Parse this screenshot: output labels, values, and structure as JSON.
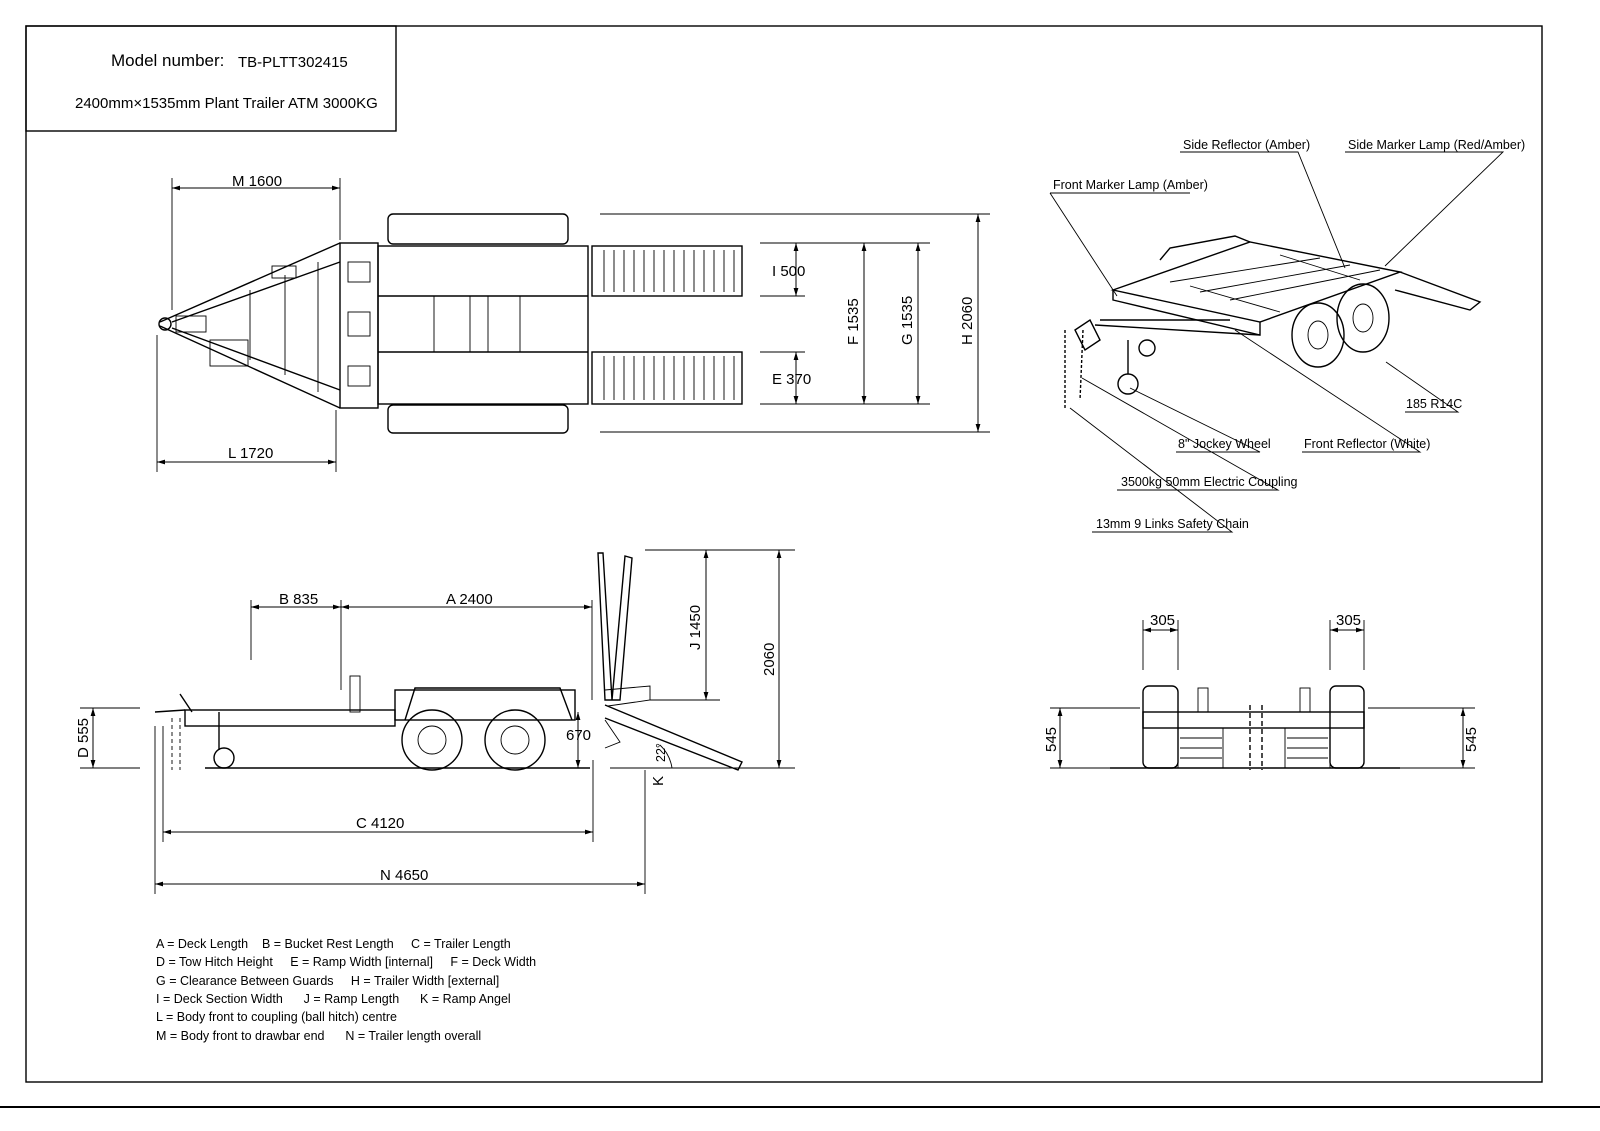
{
  "title_block": {
    "model_label": "Model number:",
    "model_number": "TB-PLTT302415",
    "description": "2400mm×1535mm Plant Trailer ATM 3000KG"
  },
  "top_view": {
    "dims": {
      "M": "M  1600",
      "L": "L  1720",
      "I": "I  500",
      "E": "E  370",
      "F": "F  1535",
      "G": "G  1535",
      "H": "H  2060"
    }
  },
  "side_view": {
    "dims": {
      "B": "B  835",
      "A": "A  2400",
      "J": "J  1450",
      "height": "2060",
      "D": "D  555",
      "ramp_height": "670",
      "angle": "22°",
      "K": "K",
      "C": "C  4120",
      "N": "N  4650"
    }
  },
  "rear_view": {
    "dims": {
      "left_offset": "305",
      "right_offset": "305",
      "left_height": "545",
      "right_height": "545"
    }
  },
  "iso_view": {
    "callouts": [
      "Side Reflector (Amber)",
      "Side Marker Lamp (Red/Amber)",
      "Front Marker Lamp (Amber)",
      "185 R14C",
      "8\" Jockey Wheel",
      "Front Reflector (White)",
      "3500kg 50mm Electric Coupling",
      "13mm 9 Links Safety Chain"
    ]
  },
  "legend": [
    "A = Deck Length    B = Bucket Rest Length     C = Trailer Length",
    "D = Tow Hitch Height     E = Ramp Width [internal]     F = Deck Width",
    "G = Clearance Between Guards     H = Trailer Width [external]",
    "I = Deck Section Width      J = Ramp Length      K = Ramp Angel",
    "L = Body front to coupling (ball hitch) centre",
    "M = Body front to drawbar end      N = Trailer length overall"
  ]
}
